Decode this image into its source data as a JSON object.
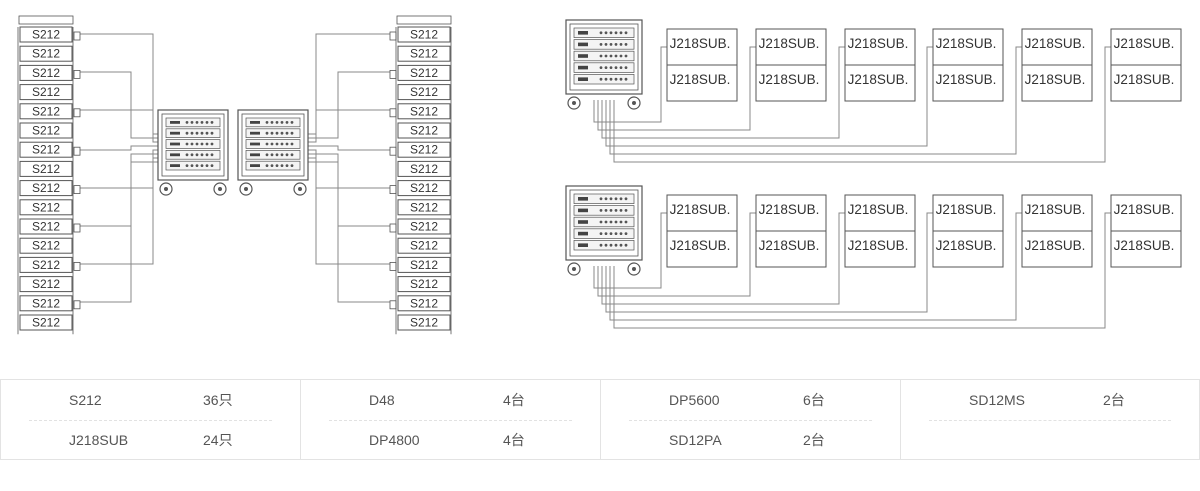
{
  "diagram": {
    "left_column_label": "S212",
    "right_column_label": "S212",
    "left_column_count": 16,
    "right_column_count": 16,
    "sub_label": "J218SUB",
    "sub_groups": 2,
    "sub_pairs_per_group": 6
  },
  "colors": {
    "line": "#888888",
    "box": "#555555",
    "table_border": "#e3e3e3"
  },
  "equipment": [
    {
      "items": [
        {
          "name": "S212",
          "qty": "36只"
        },
        {
          "name": "J218SUB",
          "qty": "24只"
        }
      ]
    },
    {
      "items": [
        {
          "name": "D48",
          "qty": "4台"
        },
        {
          "name": "DP4800",
          "qty": "4台"
        }
      ]
    },
    {
      "items": [
        {
          "name": "DP5600",
          "qty": "6台"
        },
        {
          "name": "SD12PA",
          "qty": "2台"
        }
      ]
    },
    {
      "items": [
        {
          "name": "SD12MS",
          "qty": "2台"
        }
      ]
    }
  ]
}
